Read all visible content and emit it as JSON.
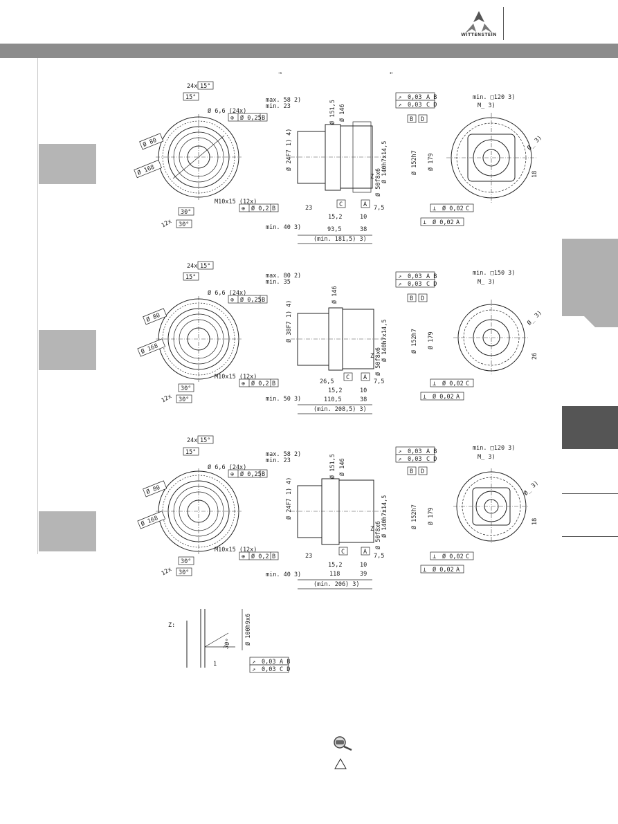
{
  "brand": {
    "name": "WITTENSTEIN"
  },
  "top_callouts": [
    "→",
    "←"
  ],
  "variants": [
    {
      "front": {
        "pattern_label": "24x",
        "pattern_angle": "15°",
        "angle_top": "15°",
        "dia_small": "Ø 80",
        "dia_large": "Ø 168",
        "hole_label": "Ø 6,6 (24x)",
        "hole_tol": "Ø 0,25",
        "hole_datum": "B",
        "thread_label": "M10x15 (12x)",
        "thread_tol": "Ø 0,2",
        "thread_datum": "B",
        "angle_bottom": "30°",
        "pattern2_label": "12x",
        "pattern2_angle": "30°"
      },
      "side": {
        "max_len": "max. 58 2)",
        "min_len": "min. 23",
        "dia_bore": "Ø 24F7 1) 4)",
        "dia_151": "Ø 151,5",
        "dia_146": "Ø 146",
        "runout1": "0,03",
        "runout1_datum": "A B",
        "runout2": "0,03",
        "runout2_datum": "C D",
        "datum_b": "B",
        "datum_d": "D",
        "spline": "Ø 140h7x14,5",
        "dia_152": "Ø 152h7",
        "dia_179": "Ø 179",
        "shaft": "Ø 50f8x6",
        "z_label": "Z",
        "datum_c": "C",
        "datum_a": "A",
        "d23": "23",
        "d7_5": "7,5",
        "d15_2": "15,2",
        "d10": "10",
        "min_left": "min. 40 3)",
        "d_mid": "93,5",
        "d_right": "38",
        "total": "(min. 181,5) 3)",
        "perp1": "Ø 0,02",
        "perp1_datum": "C",
        "perp2": "Ø 0,02",
        "perp2_datum": "A"
      },
      "rear": {
        "min_sq": "min. □120 3)",
        "m_label": "M_ 3)",
        "dia_label": "Ø_ 3)",
        "offset": "18"
      }
    },
    {
      "front": {
        "pattern_label": "24x",
        "pattern_angle": "15°",
        "angle_top": "15°",
        "dia_small": "Ø 80",
        "dia_large": "Ø 168",
        "hole_label": "Ø 6,6 (24x)",
        "hole_tol": "Ø 0,25",
        "hole_datum": "B",
        "thread_label": "M10x15 (12x)",
        "thread_tol": "Ø 0,2",
        "thread_datum": "B",
        "angle_bottom": "30°",
        "pattern2_label": "12x",
        "pattern2_angle": "30°"
      },
      "side": {
        "max_len": "max. 80 2)",
        "min_len": "min. 35",
        "dia_bore": "Ø 38F7 1) 4)",
        "dia_151": "",
        "dia_146": "Ø 146",
        "runout1": "0,03",
        "runout1_datum": "A B",
        "runout2": "0,03",
        "runout2_datum": "C D",
        "datum_b": "B",
        "datum_d": "D",
        "spline": "Ø 140h7x14,5",
        "dia_152": "Ø 152h7",
        "dia_179": "Ø 179",
        "shaft": "Ø 50f8x6",
        "z_label": "Z",
        "datum_c": "C",
        "datum_a": "A",
        "d23": "26,5",
        "d7_5": "7,5",
        "d15_2": "15,2",
        "d10": "10",
        "min_left": "min. 50 3)",
        "d_mid": "110,5",
        "d_right": "38",
        "total": "(min. 208,5) 3)",
        "perp1": "Ø 0,02",
        "perp1_datum": "C",
        "perp2": "Ø 0,02",
        "perp2_datum": "A"
      },
      "rear": {
        "min_sq": "min. □150 3)",
        "m_label": "M_ 3)",
        "dia_label": "Ø_ 3)",
        "offset": "26"
      }
    },
    {
      "front": {
        "pattern_label": "24x",
        "pattern_angle": "15°",
        "angle_top": "15°",
        "dia_small": "Ø 80",
        "dia_large": "Ø 168",
        "hole_label": "Ø 6,6 (24x)",
        "hole_tol": "Ø 0,25",
        "hole_datum": "B",
        "thread_label": "M10x15 (12x)",
        "thread_tol": "Ø 0,2",
        "thread_datum": "B",
        "angle_bottom": "30°",
        "pattern2_label": "12x",
        "pattern2_angle": "30°"
      },
      "side": {
        "max_len": "max. 58 2)",
        "min_len": "min. 23",
        "dia_bore": "Ø 24F7 1) 4)",
        "dia_151": "Ø 151,5",
        "dia_146": "Ø 146",
        "runout1": "0,03",
        "runout1_datum": "A B",
        "runout2": "0,03",
        "runout2_datum": "C D",
        "datum_b": "B",
        "datum_d": "D",
        "spline": "Ø 140h7x14,5",
        "dia_152": "Ø 152h7",
        "dia_179": "Ø 179",
        "shaft": "Ø 50f8x6",
        "z_label": "Z",
        "datum_c": "C",
        "datum_a": "A",
        "d23": "23",
        "d7_5": "7,5",
        "d15_2": "15,2",
        "d10": "10",
        "min_left": "min. 40 3)",
        "d_mid": "118",
        "d_right": "39",
        "total": "(min. 206) 3)",
        "perp1": "Ø 0,02",
        "perp1_datum": "C",
        "perp2": "Ø 0,02",
        "perp2_datum": "A"
      },
      "rear": {
        "min_sq": "min. □120 3)",
        "m_label": "M_ 3)",
        "dia_label": "Ø_ 3)",
        "offset": "18"
      }
    }
  ],
  "detail_z": {
    "label": "Z:",
    "dia": "Ø 100h9x6",
    "angle": "30°",
    "dim": "1",
    "runout1": "0,03",
    "runout1_datum": "A B",
    "runout2": "0,03",
    "runout2_datum": "C D"
  },
  "icons": [
    "magnifier-icon",
    "warning-triangle-icon"
  ]
}
